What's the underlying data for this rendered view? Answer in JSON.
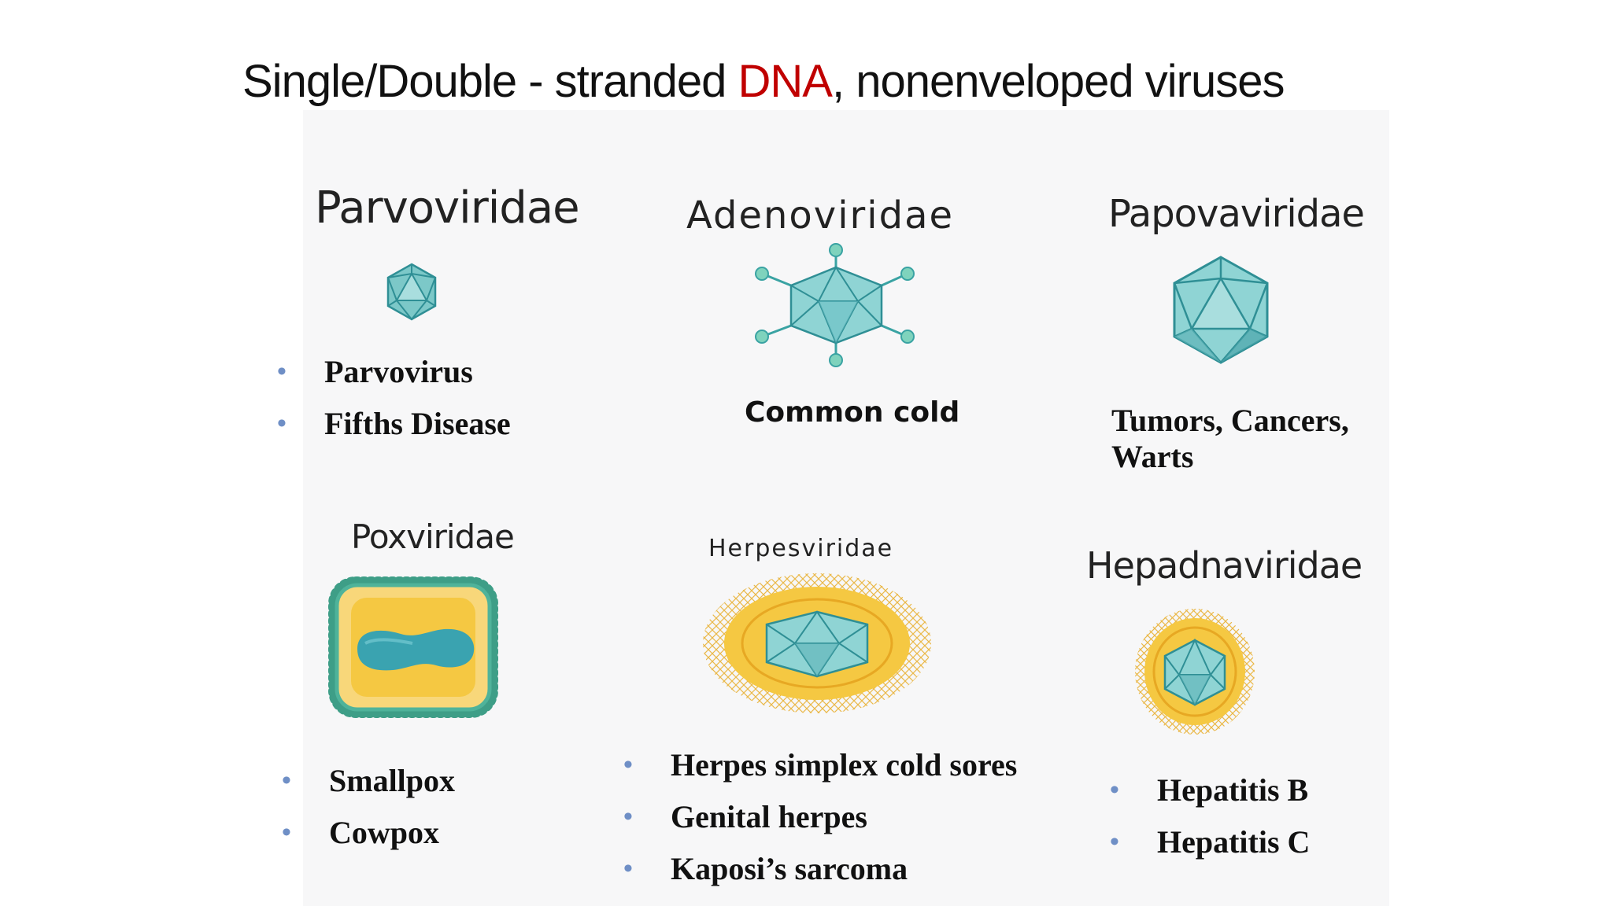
{
  "slide": {
    "title_prefix": "Single/Double - stranded ",
    "title_highlight": "DNA",
    "title_suffix": ", nonenveloped viruses",
    "highlight_color": "#c00000"
  },
  "families": {
    "parvo": {
      "name": "Parvoviridae",
      "items": [
        "Parvovirus",
        "Fifths Disease"
      ]
    },
    "adeno": {
      "name": "Adenoviridae",
      "text": "Common cold"
    },
    "papova": {
      "name": "Papovaviridae",
      "text_line1": "Tumors, Cancers,",
      "text_line2": "Warts"
    },
    "pox": {
      "name": "Poxviridae",
      "items": [
        "Smallpox",
        "Cowpox"
      ]
    },
    "herpes": {
      "name": "Herpesviridae",
      "items": [
        "Herpes simplex cold sores",
        "Genital herpes",
        "Kaposi’s sarcoma"
      ]
    },
    "hepadna": {
      "name": "Hepadnaviridae",
      "items": [
        "Hepatitis B",
        "Hepatitis C"
      ]
    }
  },
  "colors": {
    "capsid_teal": "#7cc8c8",
    "capsid_dark": "#2f8f95",
    "envelope_yellow": "#f5c842",
    "bullet": "#6f8fc6"
  },
  "icons": [
    "icosahedron-icon",
    "adenovirus-icon",
    "poxvirus-icon",
    "herpesvirus-icon",
    "hepadnavirus-icon"
  ]
}
